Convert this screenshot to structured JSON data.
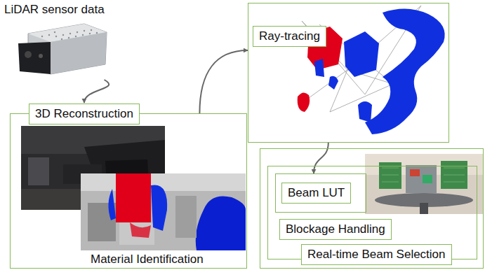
{
  "diagram": {
    "nodes": [
      {
        "text": [
          "LiDAR sensor data"
        ]
      },
      {
        "text": [
          "3D Reconstruction",
          "Material Identification"
        ]
      },
      {
        "text": [
          "Ray-tracing"
        ]
      },
      {
        "text": [
          "Real-time Beam Selection"
        ]
      },
      {
        "text": [
          "Blockage Handling"
        ],
        "in": 3
      },
      {
        "text": [
          "Beam LUT"
        ],
        "in": 4
      }
    ],
    "edges": [
      {
        "from": 0,
        "to": 1,
        "arrow": "to"
      },
      {
        "from": 1,
        "to": 2,
        "arrow": "to"
      },
      {
        "from": 2,
        "to": 5,
        "arrow": "to"
      }
    ]
  }
}
